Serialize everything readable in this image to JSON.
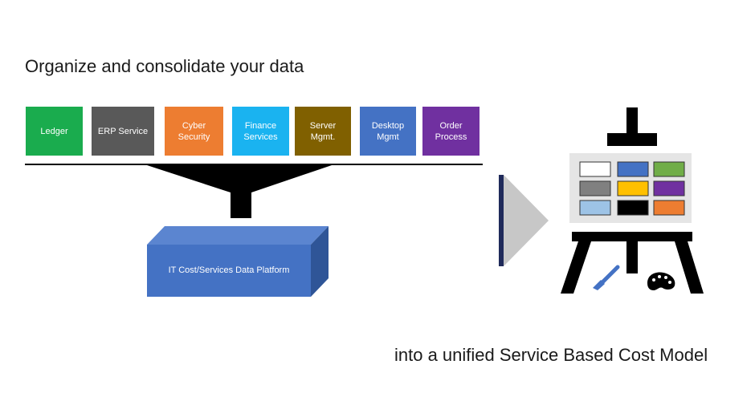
{
  "headline": "Organize and consolidate your data",
  "sources": [
    {
      "label": "Ledger",
      "color": "#1aac4e"
    },
    {
      "label": "ERP Service",
      "color": "#595959"
    },
    {
      "label": "Cyber\nSecurity",
      "color": "#ed7d31"
    },
    {
      "label": "Finance\nServices",
      "color": "#1ab3f0"
    },
    {
      "label": "Server\nMgmt.",
      "color": "#806000"
    },
    {
      "label": "Desktop\nMgmt",
      "color": "#4472c4"
    },
    {
      "label": "Order\nProcess",
      "color": "#7030a0"
    }
  ],
  "platform": {
    "label": "IT Cost/Services Data Platform",
    "color": "#4472c4"
  },
  "footline": "into a unified Service Based Cost Model",
  "easel": {
    "palette_colors": [
      "#ffffff",
      "#4472c4",
      "#70ad47",
      "#808080",
      "#ffc000",
      "#7030a0",
      "#9dc3e6",
      "#000000",
      "#ed7d31"
    ]
  },
  "icons": [
    "arrow-right-icon",
    "easel-icon",
    "paintbrush-icon",
    "paint-palette-icon"
  ]
}
